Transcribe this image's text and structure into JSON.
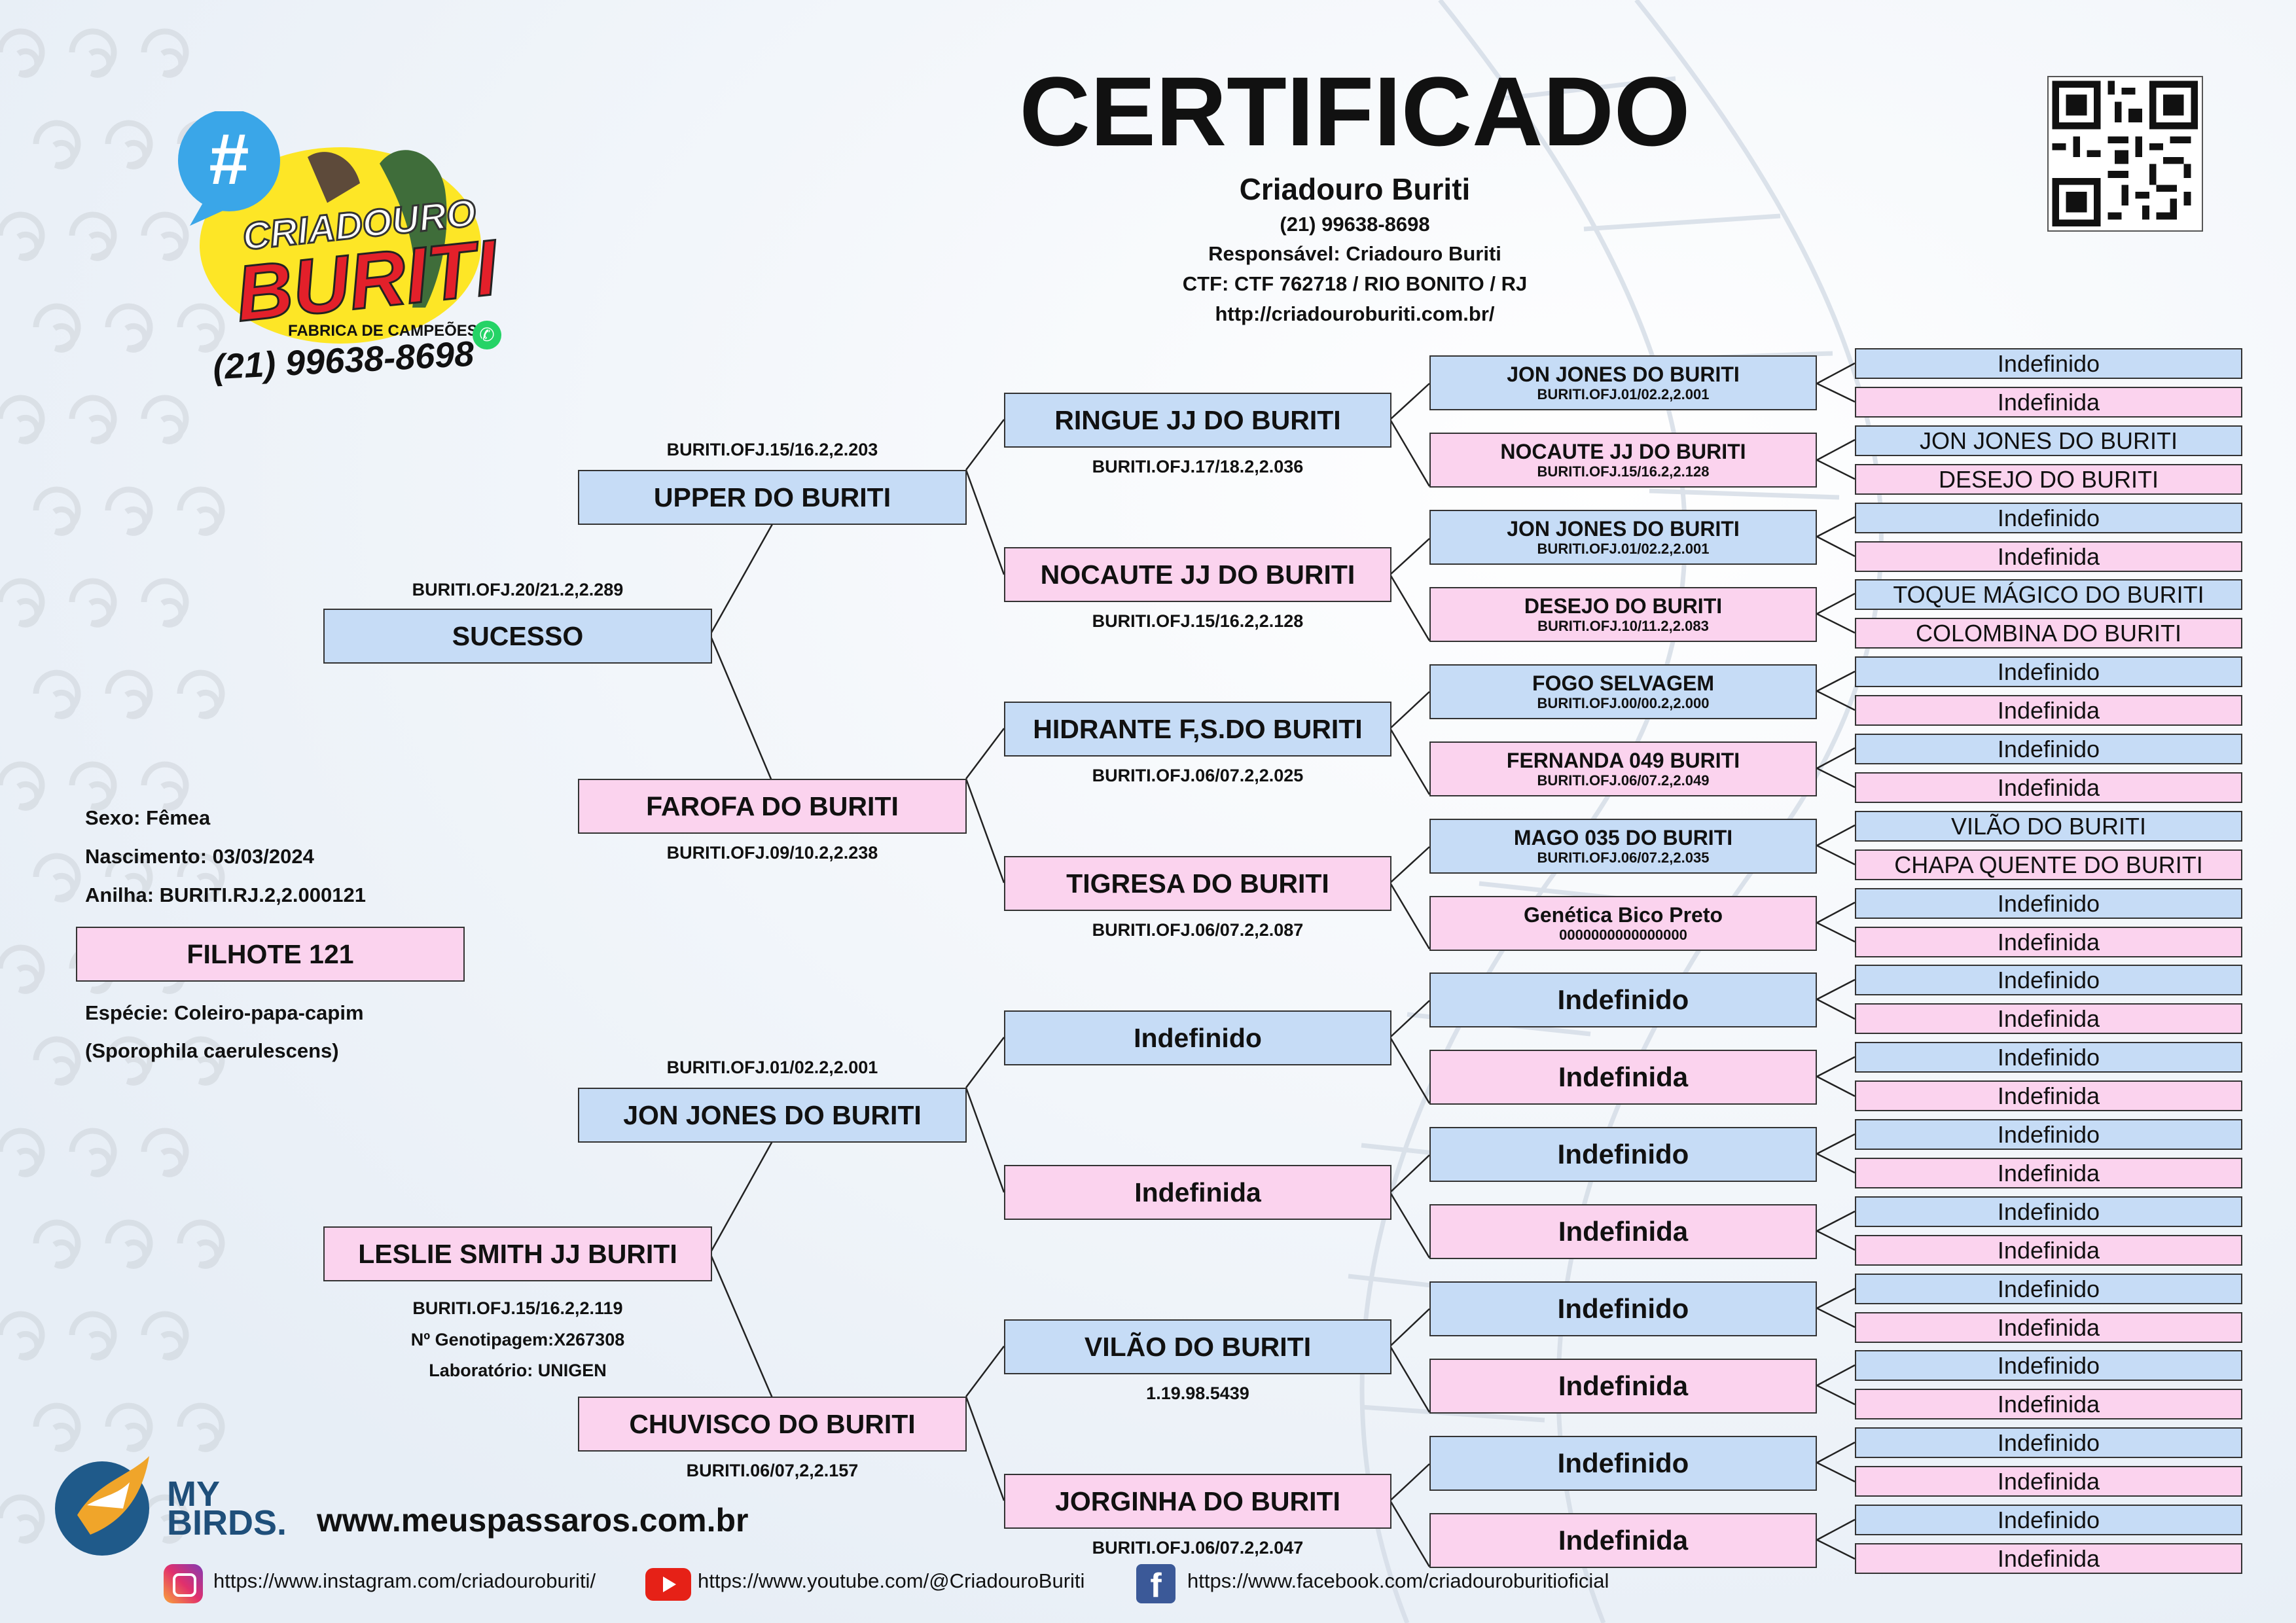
{
  "header": {
    "title": "CERTIFICADO",
    "breeder_name": "Criadouro Buriti",
    "phone": "(21) 99638-8698",
    "responsible": "Responsável: Criadouro Buriti",
    "ctf": "CTF: CTF 762718 / RIO BONITO / RJ",
    "url": "http://criadouroburiti.com.br/"
  },
  "logo": {
    "hash": "#",
    "line1": "CRIADOURO",
    "line2": "BURITI",
    "line3": "FABRICA DE CAMPEÕES",
    "phone": "(21) 99638-8698"
  },
  "bird": {
    "sexo": "Sexo: Fêmea",
    "nascimento": "Nascimento: 03/03/2024",
    "anilha": "Anilha: BURITI.RJ.2,2.000121",
    "name": "FILHOTE 121",
    "especie": "Espécie: Coleiro-papa-capim",
    "cientifico": "(Sporophila caerulescens)"
  },
  "parents": {
    "father": {
      "name": "SUCESSO",
      "reg": "BURITI.OFJ.20/21.2,2.289"
    },
    "mother": {
      "name": "LESLIE SMITH JJ  BURITI",
      "reg": "BURITI.OFJ.15/16.2,2.119",
      "genotipagem": "Nº Genotipagem:X267308",
      "laboratorio": "Laboratório: UNIGEN"
    }
  },
  "grandparents": [
    {
      "name": "UPPER DO BURITI",
      "reg": "BURITI.OFJ.15/16.2,2.203"
    },
    {
      "name": "FAROFA DO BURITI",
      "reg": "BURITI.OFJ.09/10.2,2.238"
    },
    {
      "name": "JON JONES DO BURITI",
      "reg": "BURITI.OFJ.01/02.2,2.001"
    },
    {
      "name": "CHUVISCO DO BURITI",
      "reg": "BURITI.06/07,2,2.157"
    }
  ],
  "great_grandparents": [
    {
      "name": "RINGUE JJ DO BURITI",
      "reg": "BURITI.OFJ.17/18.2,2.036"
    },
    {
      "name": "NOCAUTE JJ DO BURITI",
      "reg": "BURITI.OFJ.15/16.2,2.128"
    },
    {
      "name": "HIDRANTE F,S.DO BURITI",
      "reg": "BURITI.OFJ.06/07.2,2.025"
    },
    {
      "name": "TIGRESA DO BURITI",
      "reg": "BURITI.OFJ.06/07.2,2.087"
    },
    {
      "name": "Indefinido",
      "reg": ""
    },
    {
      "name": "Indefinida",
      "reg": ""
    },
    {
      "name": "VILÃO DO BURITI",
      "reg": "1.19.98.5439"
    },
    {
      "name": "JORGINHA DO BURITI",
      "reg": "BURITI.OFJ.06/07.2,2.047"
    }
  ],
  "gen4": [
    {
      "name": "JON JONES DO BURITI",
      "reg": "BURITI.OFJ.01/02.2,2.001"
    },
    {
      "name": "NOCAUTE JJ DO BURITI",
      "reg": "BURITI.OFJ.15/16.2,2.128"
    },
    {
      "name": "JON JONES DO BURITI",
      "reg": "BURITI.OFJ.01/02.2,2.001"
    },
    {
      "name": "DESEJO DO BURITI",
      "reg": "BURITI.OFJ.10/11.2,2.083"
    },
    {
      "name": "FOGO SELVAGEM",
      "reg": "BURITI.OFJ.00/00.2,2.000"
    },
    {
      "name": "FERNANDA 049 BURITI",
      "reg": "BURITI.OFJ.06/07.2,2.049"
    },
    {
      "name": "MAGO 035 DO BURITI",
      "reg": "BURITI.OFJ.06/07.2,2.035"
    },
    {
      "name": "Genética Bico Preto",
      "reg": "0000000000000000"
    },
    {
      "name": "Indefinido",
      "reg": ""
    },
    {
      "name": "Indefinida",
      "reg": ""
    },
    {
      "name": "Indefinido",
      "reg": ""
    },
    {
      "name": "Indefinida",
      "reg": ""
    },
    {
      "name": "Indefinido",
      "reg": ""
    },
    {
      "name": "Indefinida",
      "reg": ""
    },
    {
      "name": "Indefinido",
      "reg": ""
    },
    {
      "name": "Indefinida",
      "reg": ""
    }
  ],
  "gen5": [
    "Indefinido",
    "Indefinida",
    "JON JONES DO BURITI",
    "DESEJO DO BURITI",
    "Indefinido",
    "Indefinida",
    "TOQUE MÁGICO DO BURITI",
    "COLOMBINA DO BURITI",
    "Indefinido",
    "Indefinida",
    "Indefinido",
    "Indefinida",
    "VILÃO DO BURITI",
    "CHAPA QUENTE DO BURITI",
    "Indefinido",
    "Indefinida",
    "Indefinido",
    "Indefinida",
    "Indefinido",
    "Indefinida",
    "Indefinido",
    "Indefinida",
    "Indefinido",
    "Indefinida",
    "Indefinido",
    "Indefinida",
    "Indefinido",
    "Indefinida",
    "Indefinido",
    "Indefinida",
    "Indefinido",
    "Indefinida"
  ],
  "footer": {
    "mybirds_top": "MY",
    "mybirds_bottom": "BIRDS.",
    "website": "www.meuspassaros.com.br",
    "instagram": "https://www.instagram.com/criadouroburiti/",
    "youtube": "https://www.youtube.com/@CriadouroBuriti",
    "facebook": "https://www.facebook.com/criadouroburitioficial"
  },
  "colors": {
    "male_box": "#c6dcf6",
    "female_box": "#fbd3ee",
    "border": "#333333"
  },
  "icons": [
    "qr-code-icon",
    "whatsapp-icon",
    "instagram-icon",
    "youtube-icon",
    "facebook-icon",
    "mybirds-logo-icon"
  ]
}
